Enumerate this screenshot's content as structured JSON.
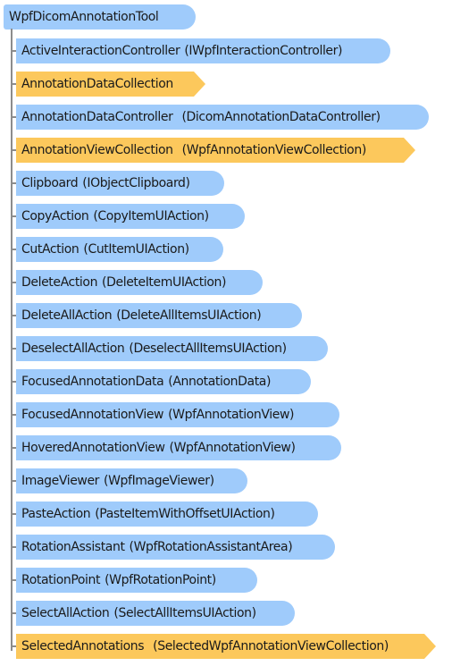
{
  "root": "WpfDicomAnnotationTool",
  "items": [
    {
      "name": "ActiveInteractionController",
      "type": "(IWpfInteractionController)",
      "kind": "property"
    },
    {
      "name": "AnnotationDataCollection",
      "type": "",
      "kind": "collection"
    },
    {
      "name": "AnnotationDataController",
      "type": "(DicomAnnotationDataController)",
      "kind": "property"
    },
    {
      "name": "AnnotationViewCollection",
      "type": "(WpfAnnotationViewCollection)",
      "kind": "collection"
    },
    {
      "name": "Clipboard",
      "type": "(IObjectClipboard)",
      "kind": "property"
    },
    {
      "name": "CopyAction",
      "type": "(CopyItemUIAction)",
      "kind": "property"
    },
    {
      "name": "CutAction",
      "type": "(CutItemUIAction)",
      "kind": "property"
    },
    {
      "name": "DeleteAction",
      "type": "(DeleteItemUIAction)",
      "kind": "property"
    },
    {
      "name": "DeleteAllAction",
      "type": "(DeleteAllItemsUIAction)",
      "kind": "property"
    },
    {
      "name": "DeselectAllAction",
      "type": "(DeselectAllItemsUIAction)",
      "kind": "property"
    },
    {
      "name": "FocusedAnnotationData",
      "type": "(AnnotationData)",
      "kind": "property"
    },
    {
      "name": "FocusedAnnotationView",
      "type": "(WpfAnnotationView)",
      "kind": "property"
    },
    {
      "name": "HoveredAnnotationView",
      "type": "(WpfAnnotationView)",
      "kind": "property"
    },
    {
      "name": "ImageViewer",
      "type": "(WpfImageViewer)",
      "kind": "property"
    },
    {
      "name": "PasteAction",
      "type": "(PasteItemWithOffsetUIAction)",
      "kind": "property"
    },
    {
      "name": "RotationAssistant",
      "type": "(WpfRotationAssistantArea)",
      "kind": "property"
    },
    {
      "name": "RotationPoint",
      "type": "(WpfRotationPoint)",
      "kind": "property"
    },
    {
      "name": "SelectAllAction",
      "type": "(SelectAllItemsUIAction)",
      "kind": "property"
    },
    {
      "name": "SelectedAnnotations",
      "type": "(SelectedWpfAnnotationViewCollection)",
      "kind": "collection"
    }
  ],
  "colors": {
    "property": "#9fcbfb",
    "collection": "#fcc85c",
    "connector": "#8c8c8c"
  }
}
